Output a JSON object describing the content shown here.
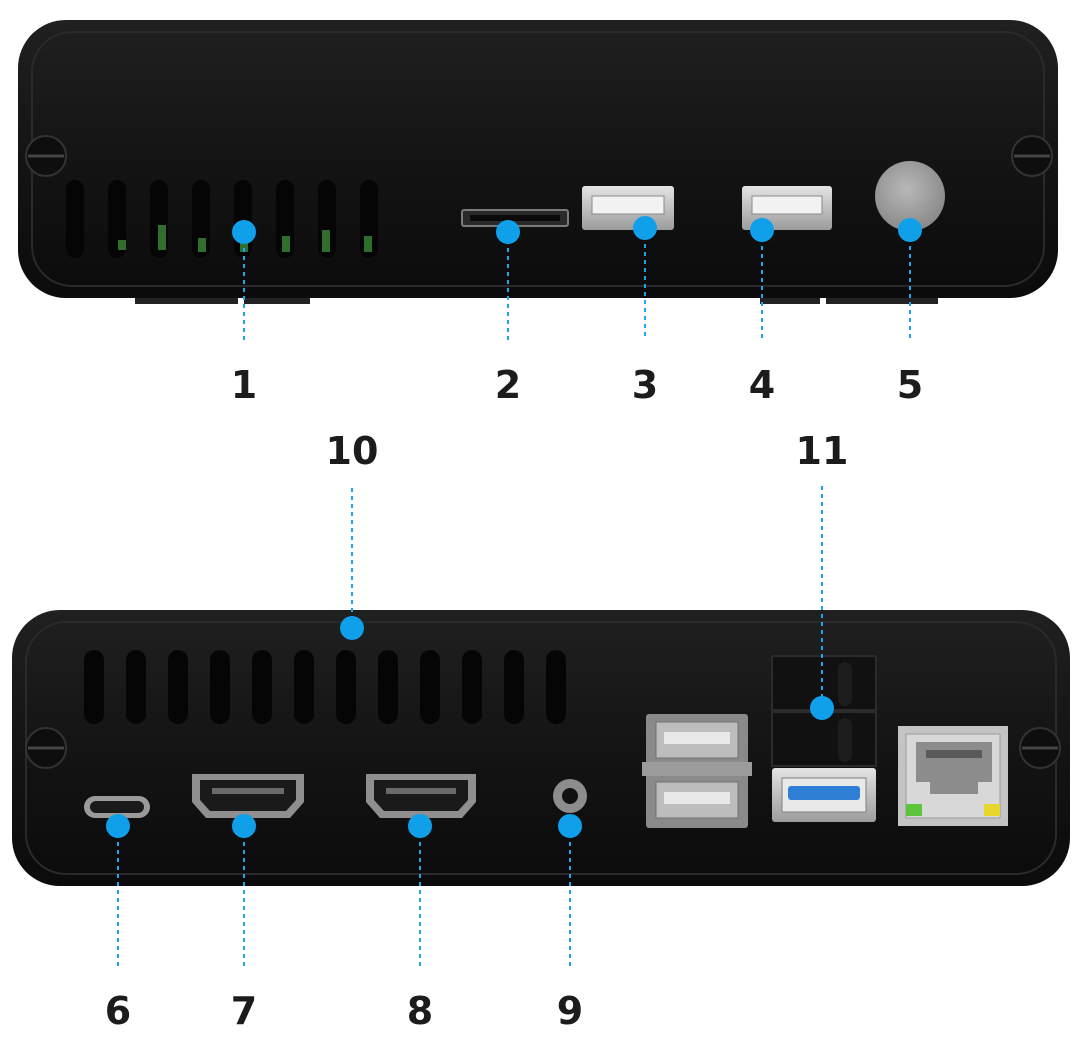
{
  "callouts": [
    {
      "id": "1",
      "label": "1"
    },
    {
      "id": "2",
      "label": "2"
    },
    {
      "id": "3",
      "label": "3"
    },
    {
      "id": "4",
      "label": "4"
    },
    {
      "id": "5",
      "label": "5"
    },
    {
      "id": "6",
      "label": "6"
    },
    {
      "id": "7",
      "label": "7"
    },
    {
      "id": "8",
      "label": "8"
    },
    {
      "id": "9",
      "label": "9"
    },
    {
      "id": "10",
      "label": "10"
    },
    {
      "id": "11",
      "label": "11"
    }
  ],
  "colors": {
    "chassis": "#141414",
    "callout_blue": "#10a0ea",
    "usb3_blue": "#2f7fd6",
    "led_green": "#5cc53b",
    "led_yellow": "#e6d72a",
    "port_silver": "#c9c9c9"
  }
}
